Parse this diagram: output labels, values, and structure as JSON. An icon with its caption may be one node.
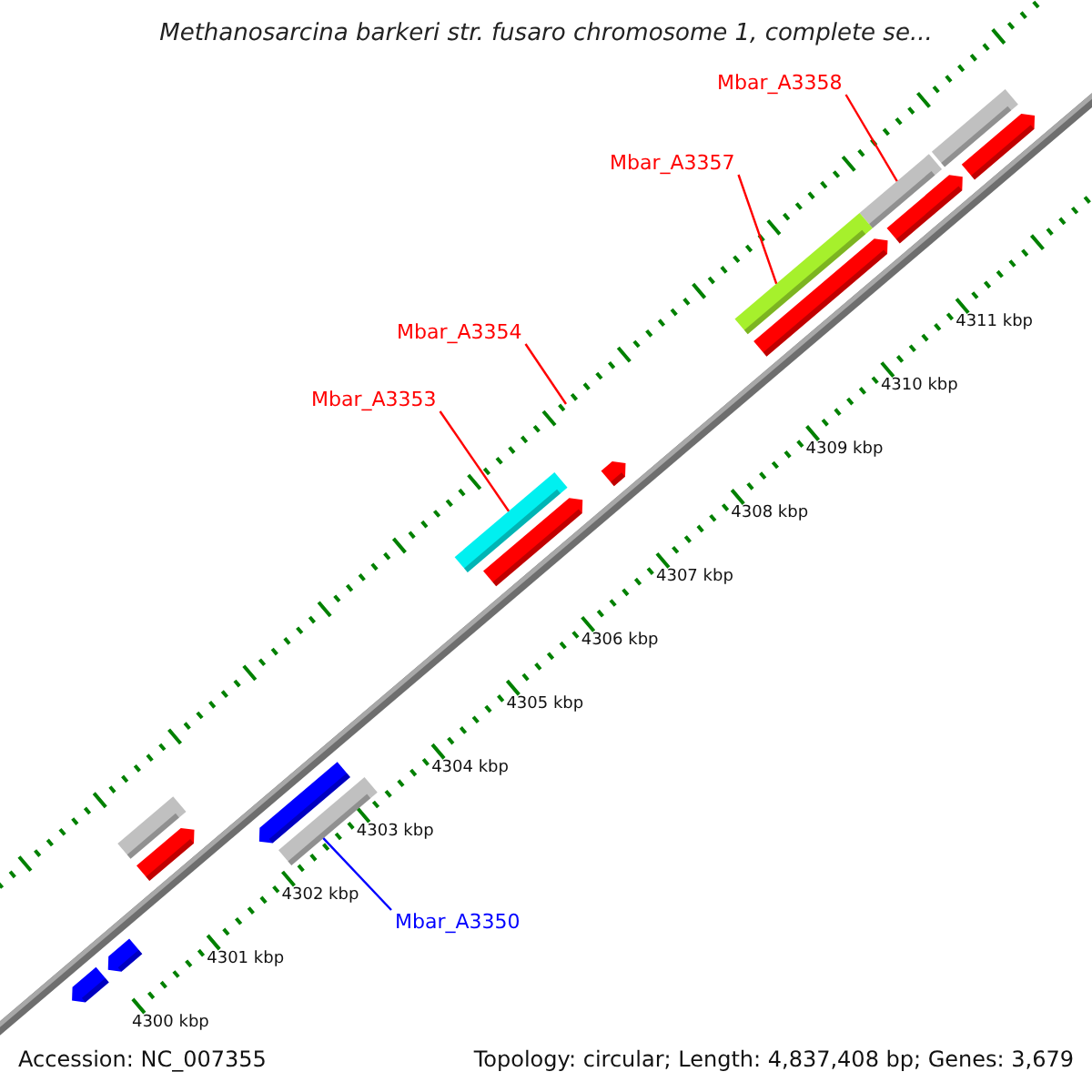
{
  "diagram": {
    "title": "Methanosarcina barkeri str. fusaro chromosome 1, complete se...",
    "nodes": [
      {
        "text": [
          "Mbar_A3358"
        ]
      },
      {
        "text": [],
        "shape": "bar"
      },
      {
        "text": [
          "Mbar_A3357"
        ]
      },
      {
        "text": [],
        "shape": "bar"
      },
      {
        "text": [
          "Mbar_A3354"
        ]
      },
      {
        "text": [
          "Mbar_A3353"
        ]
      },
      {
        "text": [],
        "shape": "bar"
      },
      {
        "text": [
          "Mbar_A3350"
        ]
      },
      {
        "text": [],
        "shape": "bar"
      },
      {
        "text": [],
        "shape": "pentagon"
      },
      {
        "text": [],
        "shape": "pentagon"
      },
      {
        "text": [],
        "shape": "bar"
      },
      {
        "text": [],
        "shape": "pentagon"
      },
      {
        "text": [],
        "shape": "pentagon"
      },
      {
        "text": [],
        "shape": "pentagon"
      },
      {
        "text": [],
        "shape": "pentagon"
      },
      {
        "text": [],
        "shape": "pentagon"
      },
      {
        "text": [],
        "shape": "pentagon"
      },
      {
        "text": [],
        "shape": "bar"
      },
      {
        "text": [],
        "shape": "pentagon"
      }
    ],
    "edges": [
      {
        "from": 0,
        "to": 1,
        "arrow": "none"
      },
      {
        "from": 2,
        "to": 3,
        "arrow": "none"
      },
      {
        "from": 4,
        "to": null,
        "arrow": "none"
      },
      {
        "from": 5,
        "to": 6,
        "arrow": "none"
      },
      {
        "from": 7,
        "to": 8,
        "arrow": "none",
        "color": "#0000ff"
      }
    ],
    "labels": [
      "4311 kbp",
      "4310 kbp",
      "4309 kbp",
      "4308 kbp",
      "4307 kbp",
      "4306 kbp",
      "4305 kbp",
      "4304 kbp",
      "4303 kbp",
      "4302 kbp",
      "4301 kbp",
      "4300 kbp",
      "Accession: NC_007355",
      "Topology: circular; Length: 4,837,408 bp; Genes: 3,679"
    ]
  }
}
